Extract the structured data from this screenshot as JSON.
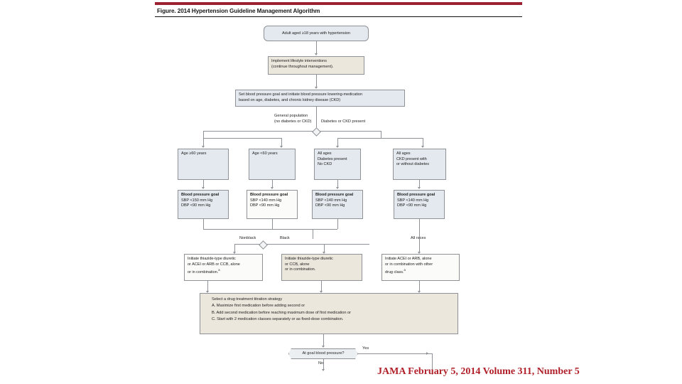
{
  "figure": {
    "title": "Figure. 2014 Hypertension Guideline Management Algorithm",
    "accent_color": "#9c2231",
    "credit": "JAMA February 5, 2014 Volume 311, Number 5",
    "credit_color": "#b01f28"
  },
  "nodes": {
    "start": {
      "line1": "Adult aged ≥18 years with hypertension"
    },
    "lifestyle": {
      "line1": "Implement lifestyle interventions",
      "line2": "(continue throughout management)."
    },
    "set_goal": {
      "line1": "Set blood pressure goal and initiate blood pressure lowering-medication",
      "line2": "based on age, diabetes, and chronic kidney disease (CKD)"
    },
    "populations": [
      {
        "name": "age-60-plus",
        "lines": [
          "Age ≥60 years"
        ]
      },
      {
        "name": "age-under-60",
        "lines": [
          "Age <60 years"
        ]
      },
      {
        "name": "diabetes-no-ckd",
        "lines": [
          "All ages",
          "Diabetes present",
          "No CKD"
        ]
      },
      {
        "name": "ckd-present",
        "lines": [
          "All ages",
          "CKD present with",
          "or without diabetes"
        ]
      }
    ],
    "goals": [
      {
        "name": "goal-150-90",
        "title": "Blood pressure goal",
        "sbp": "SBP <150 mm Hg",
        "dbp": "DBP <90 mm Hg"
      },
      {
        "name": "goal-140-90-a",
        "title": "Blood pressure goal",
        "sbp": "SBP <140 mm Hg",
        "dbp": "DBP <90 mm Hg"
      },
      {
        "name": "goal-140-90-b",
        "title": "Blood pressure goal",
        "sbp": "SBP <140 mm Hg",
        "dbp": "DBP <90 mm Hg"
      },
      {
        "name": "goal-140-90-c",
        "title": "Blood pressure goal",
        "sbp": "SBP <140 mm Hg",
        "dbp": "DBP <90 mm Hg"
      }
    ],
    "treatments": [
      {
        "name": "treat-nonblack",
        "lines": [
          "Initiate thiazide-type diuretic",
          "or ACEI or ARB or CCB, alone",
          "or in combination."
        ],
        "footnote": "a"
      },
      {
        "name": "treat-black",
        "lines": [
          "Initiate thiazide-type diuretic",
          "or CCB, alone",
          "or in combination."
        ],
        "footnote": ""
      },
      {
        "name": "treat-all-races",
        "lines": [
          "Initiate ACEI or ARB, alone",
          "or in combination with other",
          "drug class."
        ],
        "footnote": "a"
      }
    ],
    "strategy": {
      "heading": "Select a drug treatment titration strategy",
      "options": [
        "A. Maximize first medication before adding second or",
        "B. Add second medication before reaching maximum dose of first medication or",
        "C. Start with 2 medication classes separately or as fixed-dose combination."
      ]
    },
    "decision": {
      "text": "At goal blood pressure?"
    }
  },
  "branch_labels": {
    "general_population_l1": "General population",
    "general_population_l2": "(no diabetes or CKD)",
    "diabetes_or_ckd": "Diabetes or CKD present",
    "nonblack": "Nonblack",
    "black": "Black",
    "all_races": "All races",
    "yes": "Yes",
    "no": "No"
  }
}
